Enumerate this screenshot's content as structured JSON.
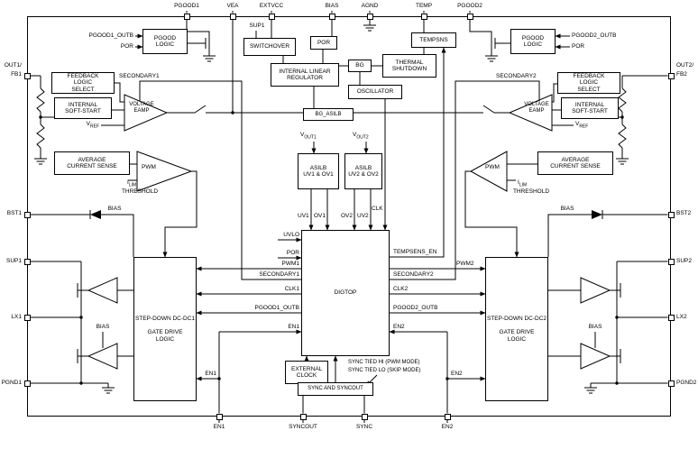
{
  "colors": {
    "line": "#000000",
    "background": "#ffffff"
  },
  "pins": {
    "top": [
      "PGOOD1",
      "VEA",
      "EXTVCC",
      "BIAS",
      "AGND",
      "TEMP",
      "PGOOD2"
    ],
    "bottom": [
      "EN1",
      "SYNCOUT",
      "SYNC",
      "EN2"
    ],
    "left": [
      "OUT1/",
      "FB1",
      "BST1",
      "SUP1",
      "LX1",
      "PGND1"
    ],
    "right": [
      "OUT2/",
      "FB2",
      "BST2",
      "SUP2",
      "LX2",
      "PGND2"
    ]
  },
  "blocks": {
    "pgood_logic": "PGOOD LOGIC",
    "feedback_select": "FEEDBACK LOGIC SELECT",
    "soft_start": "INTERNAL SOFT-START",
    "avg_current": "AVERAGE CURRENT SENSE",
    "switchover": "SWITCHOVER",
    "por": "POR",
    "linreg": "INTERNAL LINEAR REGULATOR",
    "bg": "BG",
    "thermal": "THERMAL SHUTDOWN",
    "oscillator": "OSCILLATOR",
    "tempsns": "TEMPSNS",
    "bg_asilb": "BG_ASILB",
    "asilb_title": "ASILB",
    "asilb1_sub": "UV1 & OV1",
    "asilb2_sub": "UV2 & OV2",
    "digtop": "DIGTOP",
    "ext_clock": "EXTERNAL CLOCK",
    "syncand": "SYNC AND SYNCOUT",
    "dcdc1_title": "STEP-DOWN DC-DC1",
    "dcdc2_title": "STEP-DOWN DC-DC2",
    "gate_drive": "GATE DRIVE LOGIC"
  },
  "signals": {
    "pgood1_outb": "PGOOD1_OUTB",
    "pgood2_outb": "PGOOD2_OUTB",
    "por": "POR",
    "secondary1": "SECONDARY1",
    "secondary2": "SECONDARY2",
    "voltage_eamp": "VOLTAGE EAMP",
    "vref_main": "V",
    "vref_sub": "REF",
    "vout_main": "V",
    "vout1_sub": "OUT1",
    "vout2_sub": "OUT2",
    "ilim_main": "I",
    "ilim_sub": "LIM",
    "threshold": "THRESHOLD",
    "pwm": "PWM",
    "pwm1": "PWM1",
    "pwm2": "PWM2",
    "clk": "CLK",
    "clk1": "CLK1",
    "clk2": "CLK2",
    "uvlo": "UVLO",
    "uv1": "UV1",
    "ov1": "OV1",
    "ov2": "OV2",
    "uv2": "UV2",
    "en1": "EN1",
    "en2": "EN2",
    "tempsens_en": "TEMPSENS_EN",
    "bias": "BIAS",
    "sup1": "SUP1",
    "sync_hi": "SYNC TIED HI (PWM MODE)",
    "sync_lo": "SYNC TIED LO (SKIP MODE)"
  }
}
